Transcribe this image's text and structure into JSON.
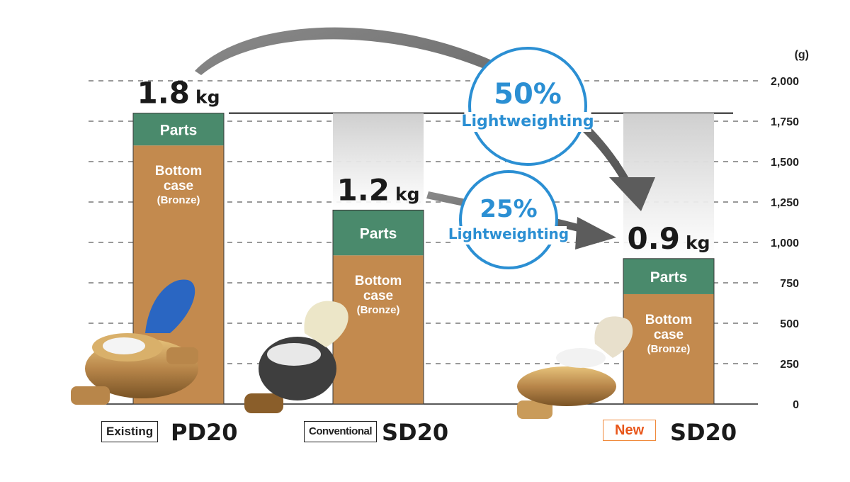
{
  "chart_data": {
    "type": "bar",
    "unit": "(g)",
    "ylim": [
      0,
      2000
    ],
    "yticks": [
      "2,000",
      "1,750",
      "1,500",
      "1,250",
      "1,000",
      "750",
      "500",
      "250",
      "0"
    ],
    "ytick_values": [
      2000,
      1750,
      1500,
      1250,
      1000,
      750,
      500,
      250,
      0
    ],
    "grid": true,
    "categories": [
      {
        "tag": "Existing",
        "model": "PD20",
        "is_new": false
      },
      {
        "tag": "Conventional",
        "model": "SD20",
        "is_new": false
      },
      {
        "tag": "New",
        "model": "SD20",
        "is_new": true
      }
    ],
    "totals": [
      {
        "value": 1800,
        "num": "1.8",
        "unit": "kg"
      },
      {
        "value": 1200,
        "num": "1.2",
        "unit": "kg"
      },
      {
        "value": 900,
        "num": "0.9",
        "unit": "kg"
      }
    ],
    "series": [
      {
        "name": "Bottom case",
        "sub": "(Bronze)",
        "values": [
          1600,
          920,
          680
        ],
        "color": "#c38a4e"
      },
      {
        "name": "Parts",
        "values": [
          200,
          280,
          220
        ],
        "color": "#4a8a6c"
      }
    ],
    "reference_value": 1800,
    "annotations": [
      {
        "percent": "50%",
        "text": "Lightweighting",
        "from": 0,
        "to": 2
      },
      {
        "percent": "25%",
        "text": "Lightweighting",
        "from": 1,
        "to": 2
      }
    ]
  },
  "colors": {
    "accent": "#2b8fd3",
    "arrow": "#6b6b6b",
    "new_tag": "#e8561a"
  }
}
